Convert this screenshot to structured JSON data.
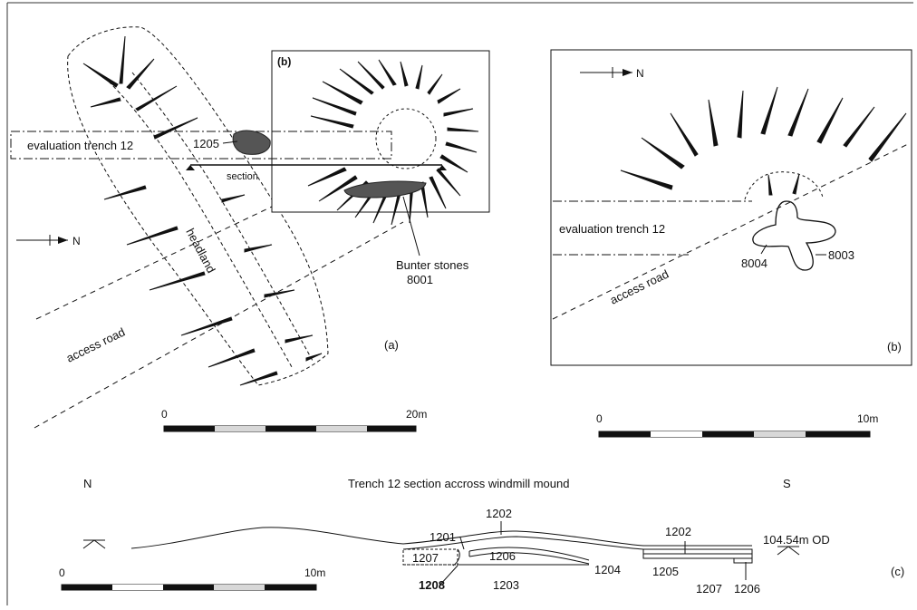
{
  "panel_a": {
    "inset_label": "(b)",
    "trench_label": "evaluation trench 12",
    "context_1205": "1205",
    "section_label": "section",
    "north_label": "N",
    "headland_label": "headland",
    "access_road_label": "access road",
    "stones_line1": "Bunter stones",
    "stones_line2": "8001",
    "panel_letter": "(a)",
    "scale": {
      "start": "0",
      "end": "20m"
    }
  },
  "panel_b": {
    "north_label": "N",
    "trench_label": "evaluation trench 12",
    "access_road_label": "access road",
    "feature_8004": "8004",
    "feature_8003": "8003",
    "panel_letter": "(b)",
    "scale": {
      "start": "0",
      "end": "10m"
    }
  },
  "section_c": {
    "title": "Trench 12 section accross windmill mound",
    "left_end": "N",
    "right_end": "S",
    "datum": "104.54m OD",
    "panel_letter": "(c)",
    "contexts": {
      "c1201": "1201",
      "c1202_top": "1202",
      "c1202_right": "1202",
      "c1207_left": "1207",
      "c1206_mid": "1206",
      "c1204": "1204",
      "c1205": "1205",
      "c1208": "1208",
      "c1203": "1203",
      "c1207_right": "1207",
      "c1206_right": "1206"
    },
    "scale": {
      "start": "0",
      "end": "10m"
    }
  },
  "colors": {
    "ink": "#111111",
    "paper": "#ffffff",
    "scale_grey": "#d8d8d8"
  }
}
